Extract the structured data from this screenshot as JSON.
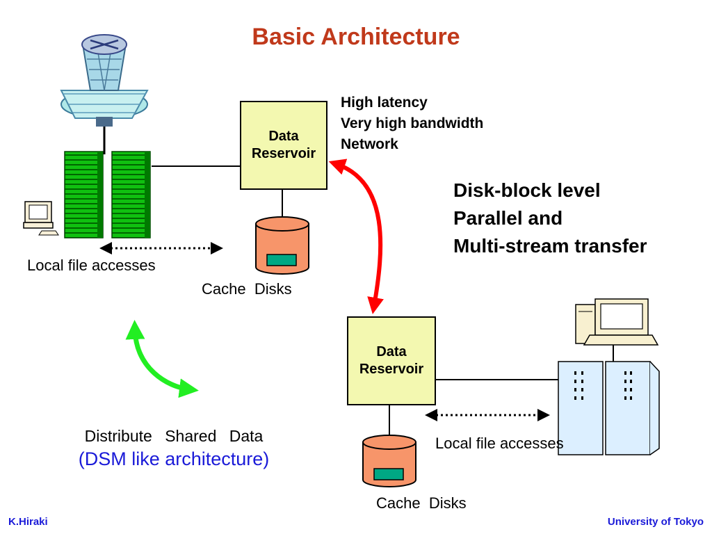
{
  "title": "Basic Architecture",
  "reservoir_top": {
    "line1": "Data",
    "line2": "Reservoir"
  },
  "reservoir_bottom": {
    "line1": "Data",
    "line2": "Reservoir"
  },
  "network_note": [
    "High latency",
    "Very high bandwidth",
    "Network"
  ],
  "transfer_note": [
    "Disk-block level",
    "Parallel and",
    "Multi-stream transfer"
  ],
  "local_access_top": "Local file accesses",
  "local_access_bottom": "Local file accesses",
  "cache_top": "Cache  Disks",
  "cache_bottom": "Cache  Disks",
  "dsm": {
    "line1": "Distribute  Shared  Data",
    "line2": "(DSM like architecture)"
  },
  "footer": {
    "left": "K.Hiraki",
    "right": "University of Tokyo"
  },
  "colors": {
    "title": "#c0391b",
    "reservoir_fill": "#f3f8b0",
    "network_arrow": "#ff0000",
    "dsm_arrow": "#22ee22",
    "disk": "#f7956a",
    "footer": "#1a1ad8"
  },
  "icons": [
    "telescope-icon",
    "server-rack-icon",
    "computer-icon",
    "cylinder-disk-icon",
    "server-cabinet-icon"
  ]
}
